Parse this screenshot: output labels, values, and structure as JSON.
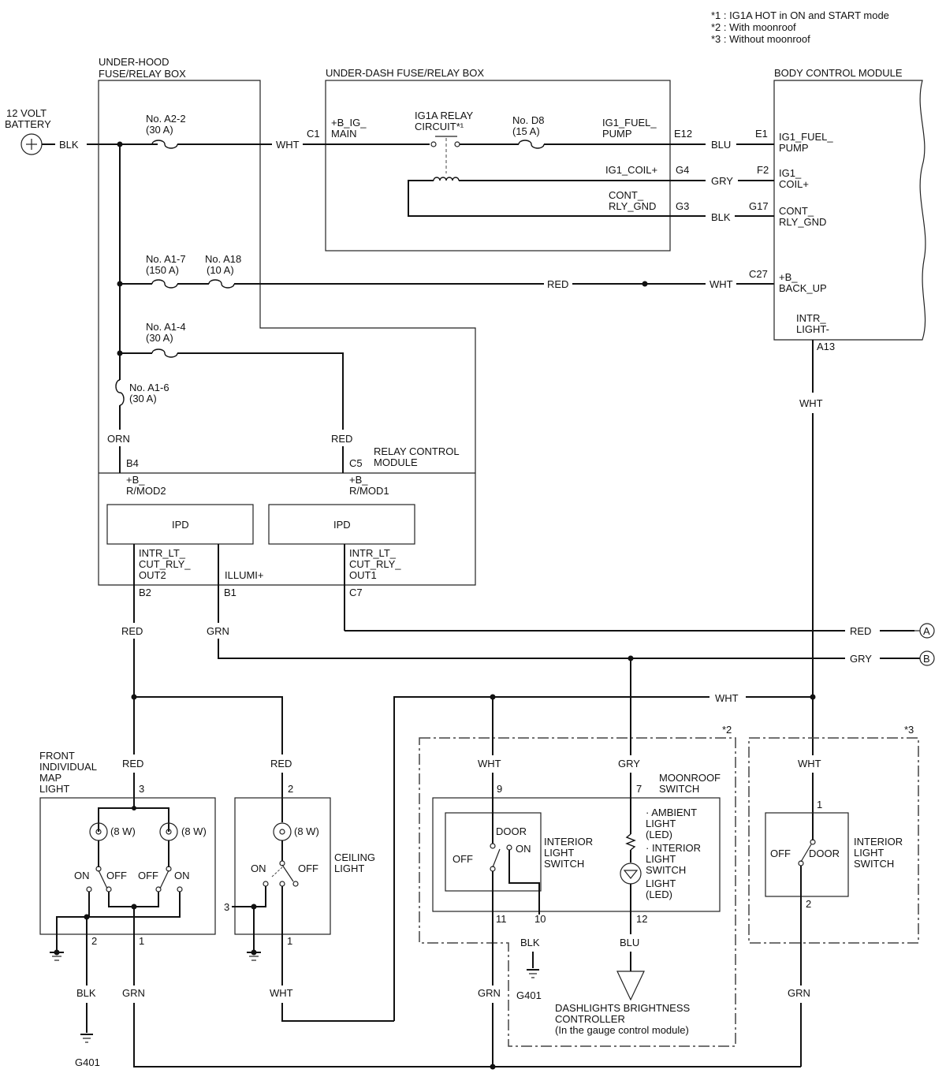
{
  "notes": {
    "n1": "*1 : IG1A HOT in ON and START mode",
    "n2": "*2 : With moonroof",
    "n3": "*3 : Without moonroof"
  },
  "battery": {
    "label1": "12 VOLT",
    "label2": "BATTERY",
    "wire": "BLK"
  },
  "underhood": {
    "title1": "UNDER-HOOD",
    "title2": "FUSE/RELAY BOX",
    "fuse_a22": [
      "No. A2-2",
      "(30 A)"
    ],
    "fuse_a17": [
      "No. A1-7",
      "(150 A)"
    ],
    "fuse_a18": [
      "No. A18",
      "(10 A)"
    ],
    "fuse_a14": [
      "No. A1-4",
      "(30 A)"
    ],
    "fuse_a16": [
      "No. A1-6",
      "(30 A)"
    ],
    "wire_orn": "ORN",
    "wire_red": "RED",
    "b4": "B4",
    "c5": "C5",
    "rcm1": "RELAY CONTROL",
    "rcm2": "MODULE",
    "bplus": "+B_",
    "rmod2": "R/MOD2",
    "rmod1": "R/MOD1",
    "ipd": "IPD",
    "out2": [
      "INTR_LT_",
      "CUT_RLY_",
      "OUT2"
    ],
    "out1": [
      "INTR_LT_",
      "CUT_RLY_",
      "OUT1"
    ],
    "illumi": "ILLUMI+",
    "b2": "B2",
    "b1": "B1",
    "c7": "C7",
    "wire_red_b2": "RED",
    "wire_grn_b1": "GRN"
  },
  "underdash": {
    "title": "UNDER-DASH FUSE/RELAY BOX",
    "c1": "C1",
    "wht": "WHT",
    "bigmain": [
      "+B_IG_",
      "MAIN"
    ],
    "relay": [
      "IG1A RELAY",
      "CIRCUIT*¹"
    ],
    "fuse_d8": [
      "No. D8",
      "(15 A)"
    ],
    "pump": [
      "IG1_FUEL_",
      "PUMP"
    ],
    "coil": "IG1_COIL+",
    "cont": [
      "CONT_",
      "RLY_GND"
    ],
    "e12": "E12",
    "g4": "G4",
    "g3": "G3"
  },
  "bcm": {
    "title": "BODY CONTROL MODULE",
    "wire_blu": "BLU",
    "wire_gry": "GRY",
    "wire_blk": "BLK",
    "wire_red": "RED",
    "wire_wht": "WHT",
    "e1": "E1",
    "f2": "F2",
    "g17": "G17",
    "c27": "C27",
    "a13": "A13",
    "pump": [
      "IG1_FUEL_",
      "PUMP"
    ],
    "coil": [
      "IG1_",
      "COIL+"
    ],
    "cont": [
      "CONT_",
      "RLY_GND"
    ],
    "backup": [
      "+B_",
      "BACK_UP"
    ],
    "intr": [
      "INTR_",
      "LIGHT-"
    ],
    "wire_wht_a13": "WHT"
  },
  "connectors": {
    "red": "RED",
    "gry": "GRY",
    "a": "A",
    "b": "B",
    "wht": "WHT"
  },
  "map_light": {
    "title": [
      "FRONT",
      "INDIVIDUAL",
      "MAP",
      "LIGHT"
    ],
    "red": "RED",
    "pin3": "3",
    "pin2": "2",
    "pin1": "1",
    "bulb": "(8 W)",
    "on": "ON",
    "off": "OFF",
    "blk": "BLK",
    "grn": "GRN",
    "ground": "G401"
  },
  "ceiling": {
    "title": [
      "CEILING",
      "LIGHT"
    ],
    "red": "RED",
    "pin2": "2",
    "pin3": "3",
    "pin1": "1",
    "bulb": "(8 W)",
    "on": "ON",
    "off": "OFF",
    "wht": "WHT"
  },
  "moonroof": {
    "tag": "*2",
    "title": [
      "MOONROOF",
      "SWITCH"
    ],
    "wht": "WHT",
    "gry": "GRY",
    "pin9": "9",
    "pin7": "7",
    "pin11": "11",
    "pin10": "10",
    "pin12": "12",
    "door": "DOOR",
    "off": "OFF",
    "on": "ON",
    "switch": [
      "INTERIOR",
      "LIGHT",
      "SWITCH"
    ],
    "ambient": [
      "· AMBIENT",
      "LIGHT",
      "(LED)",
      "· INTERIOR",
      "LIGHT",
      "SWITCH",
      "LIGHT",
      "(LED)"
    ],
    "blk": "BLK",
    "blu": "BLU",
    "grn": "GRN",
    "ground": "G401",
    "dash": [
      "DASHLIGHTS BRIGHTNESS",
      "CONTROLLER",
      "(In the gauge control module)"
    ]
  },
  "nomoonroof": {
    "tag": "*3",
    "wht": "WHT",
    "pin1": "1",
    "pin2": "2",
    "off": "OFF",
    "door": "DOOR",
    "switch": [
      "INTERIOR",
      "LIGHT",
      "SWITCH"
    ],
    "grn": "GRN"
  }
}
